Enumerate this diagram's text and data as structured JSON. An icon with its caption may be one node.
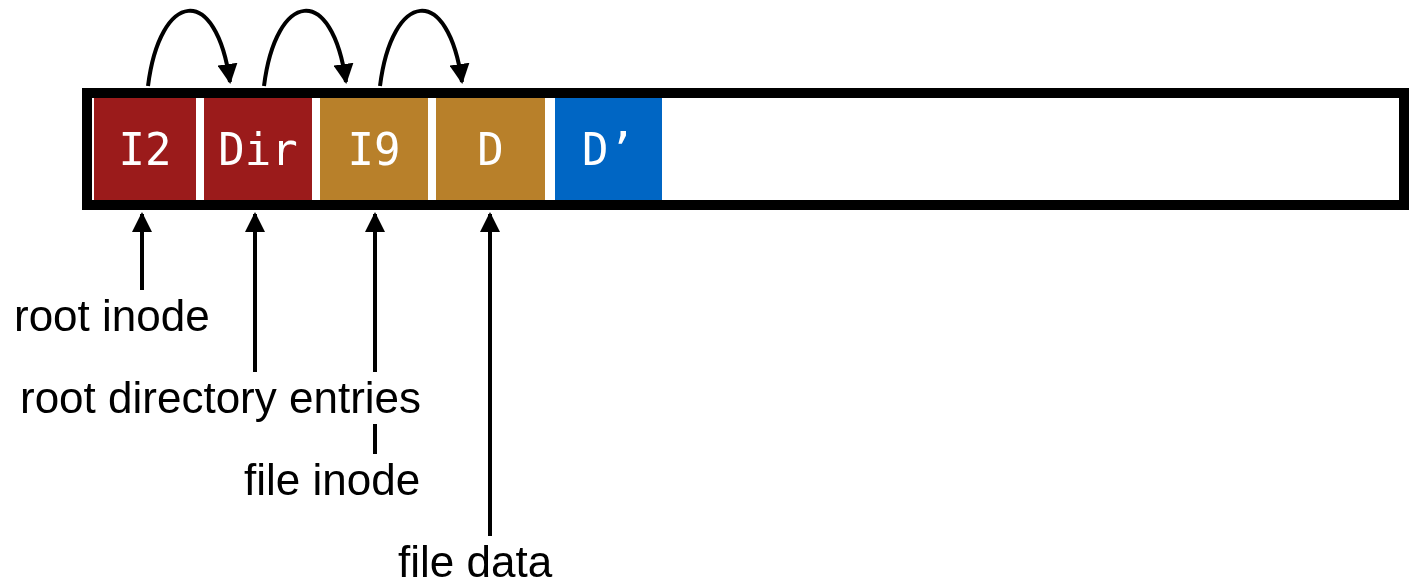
{
  "diagram": {
    "nodes": [
      {
        "text": [],
        "shape": "bar"
      },
      {
        "text": [
          "I2"
        ],
        "in": 0
      },
      {
        "text": [
          "Dir"
        ],
        "in": 0
      },
      {
        "text": [
          "I9"
        ],
        "in": 0
      },
      {
        "text": [
          "D"
        ],
        "in": 0
      },
      {
        "text": [
          "D’"
        ],
        "in": 0
      },
      {
        "text": [
          "root inode"
        ]
      },
      {
        "text": [
          "root directory entries"
        ]
      },
      {
        "text": [
          "file inode"
        ]
      },
      {
        "text": [
          "file data"
        ]
      }
    ],
    "edges": [
      {
        "from": 1,
        "to": 2,
        "arrow": "to"
      },
      {
        "from": 2,
        "to": 3,
        "arrow": "to"
      },
      {
        "from": 3,
        "to": 4,
        "arrow": "to"
      },
      {
        "from": 6,
        "to": 1,
        "arrow": "to"
      },
      {
        "from": 7,
        "to": 2,
        "arrow": "to"
      },
      {
        "from": 8,
        "to": 3,
        "arrow": "to"
      },
      {
        "from": 9,
        "to": 4,
        "arrow": "to"
      }
    ]
  }
}
